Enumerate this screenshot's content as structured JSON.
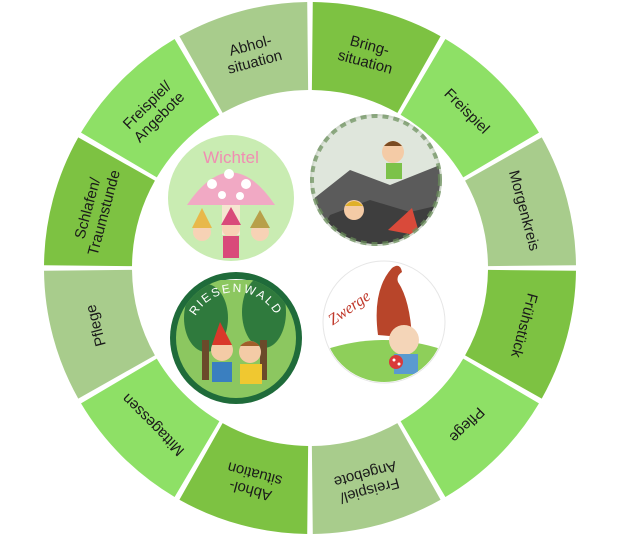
{
  "colors": {
    "dark": "#7dc242",
    "light": "#a3d980",
    "bright": "#8ee066",
    "sage": "#a8cc8c"
  },
  "segments": [
    {
      "lines": [
        "Bring-",
        "situation"
      ],
      "color": "dark"
    },
    {
      "lines": [
        "Freispiel"
      ],
      "color": "bright"
    },
    {
      "lines": [
        "Morgenkreis"
      ],
      "color": "sage"
    },
    {
      "lines": [
        "Frühstück"
      ],
      "color": "dark"
    },
    {
      "lines": [
        "Pflege"
      ],
      "color": "bright"
    },
    {
      "lines": [
        "Freispiel/",
        "Angebote"
      ],
      "color": "sage"
    },
    {
      "lines": [
        "Abhol-",
        "situation"
      ],
      "color": "dark"
    },
    {
      "lines": [
        "Mittagessen"
      ],
      "color": "bright"
    },
    {
      "lines": [
        "Pflege"
      ],
      "color": "sage"
    },
    {
      "lines": [
        "Schlafen/",
        "Traumstunde"
      ],
      "color": "dark"
    },
    {
      "lines": [
        "Freispiel/",
        "Angebote"
      ],
      "color": "bright"
    },
    {
      "lines": [
        "Abhol-",
        "situation"
      ],
      "color": "sage"
    }
  ],
  "groups": {
    "wichtel": {
      "title": "Wichtel"
    },
    "riesenwald": {
      "title": "RIESENWALD"
    },
    "zwerge": {
      "title": "Zwerge"
    }
  }
}
